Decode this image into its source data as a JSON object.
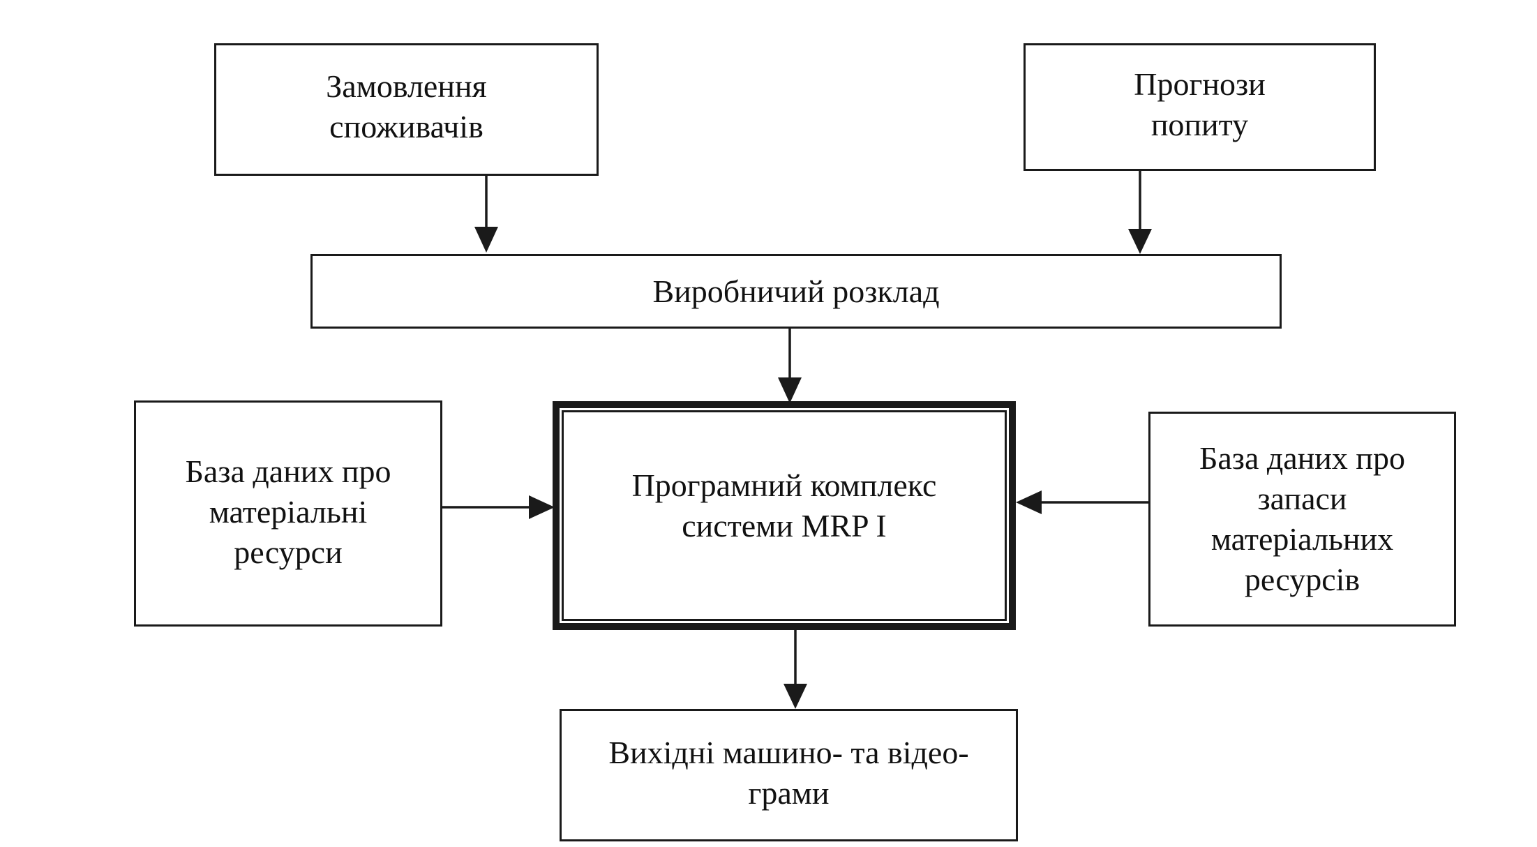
{
  "diagram": {
    "nodes": {
      "orders": "Замовлення\nспоживачів",
      "forecast": "Прогнози\nпопиту",
      "schedule": "Виробничий розклад",
      "materials_db": "База даних про\nматеріальні\nресурси",
      "mrp": "Програмний комплекс\nсистеми MRP I",
      "stock_db": "База даних про\nзапаси\nматеріальних\nресурсів",
      "output": "Вихідні машино- та відео-\nграми"
    },
    "edges": [
      {
        "from": "orders",
        "to": "schedule"
      },
      {
        "from": "forecast",
        "to": "schedule"
      },
      {
        "from": "schedule",
        "to": "mrp"
      },
      {
        "from": "materials_db",
        "to": "mrp"
      },
      {
        "from": "stock_db",
        "to": "mrp"
      },
      {
        "from": "mrp",
        "to": "output"
      }
    ]
  }
}
